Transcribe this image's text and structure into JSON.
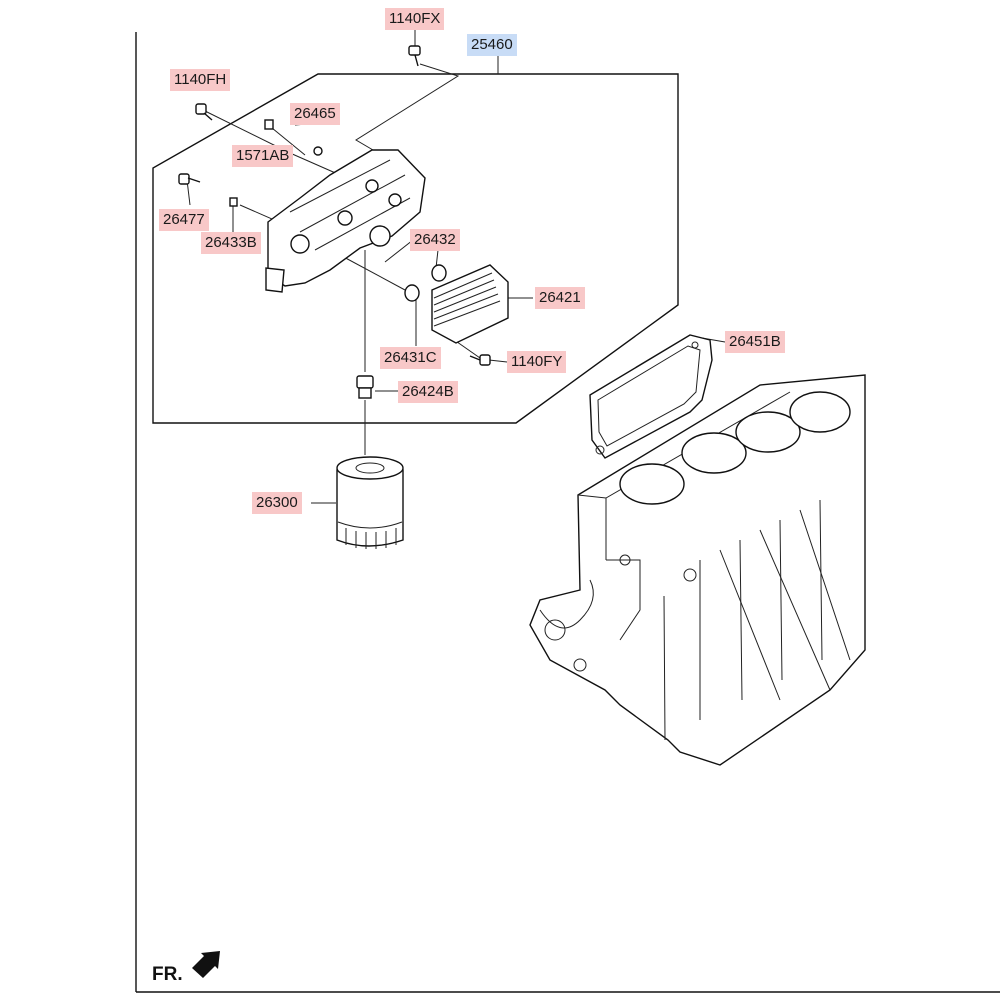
{
  "labels": {
    "l_1140FX": "1140FX",
    "l_25460": "25460",
    "l_1140FH": "1140FH",
    "l_26465": "26465",
    "l_1571AB": "1571AB",
    "l_26477": "26477",
    "l_26433B": "26433B",
    "l_26432": "26432",
    "l_26421": "26421",
    "l_26451B": "26451B",
    "l_26431C": "26431C",
    "l_1140FY": "1140FY",
    "l_26424B": "26424B",
    "l_26300": "26300"
  },
  "front_marker": {
    "text": "FR.",
    "icon": "arrow-icon"
  },
  "colors": {
    "label_bg": "#f8c8c8",
    "assembly_label_bg": "#c8dcf6",
    "line": "#111111"
  }
}
